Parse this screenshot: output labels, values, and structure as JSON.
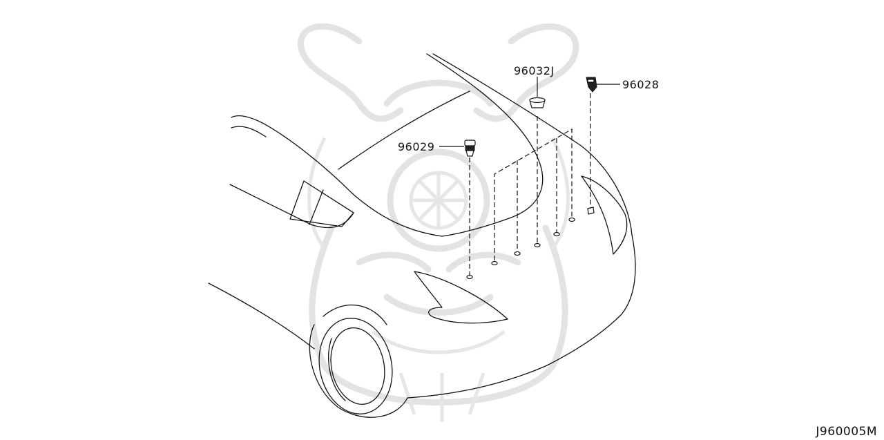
{
  "diagram": {
    "id": "J960005M",
    "parts": [
      {
        "number": "96032J"
      },
      {
        "number": "96028"
      },
      {
        "number": "96029"
      }
    ]
  }
}
